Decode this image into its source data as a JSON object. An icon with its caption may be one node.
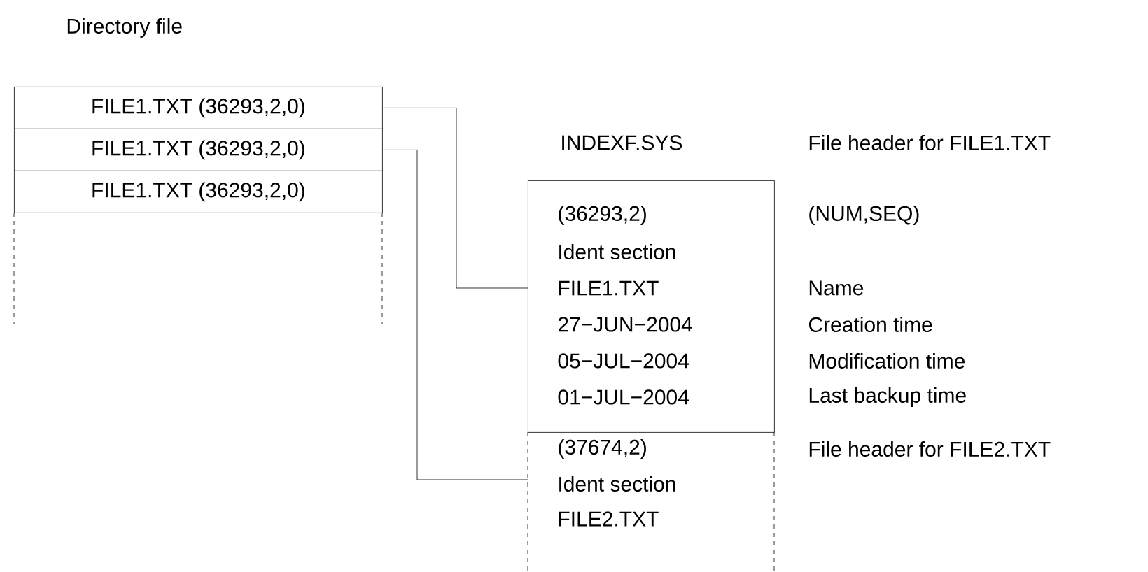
{
  "diagram": {
    "nodes": [
      {
        "text": [
          "FILE1.TXT  (36293,2,0)"
        ]
      },
      {
        "text": [
          "FILE1.TXT  (36293,2,0)"
        ]
      },
      {
        "text": [
          "FILE1.TXT  (36293,2,0)"
        ]
      },
      {
        "text": [
          "(36293,2)",
          "Ident section",
          "FILE1.TXT",
          "27−JUN−2004",
          "05−JUL−2004",
          "01−JUL−2004"
        ]
      },
      {
        "text": [
          "(37674,2)",
          "Ident section",
          "FILE2.TXT"
        ]
      }
    ],
    "edges": [
      {
        "from": 0,
        "to": 3,
        "arrow": "none"
      },
      {
        "from": 1,
        "to": 4,
        "arrow": "none"
      }
    ],
    "labels": [
      "Directory file",
      "INDEXF.SYS",
      "File header for FILE1.TXT",
      "(NUM,SEQ)",
      "Name",
      "Creation time",
      "Modification time",
      "Last backup time",
      "File header for FILE2.TXT"
    ]
  }
}
